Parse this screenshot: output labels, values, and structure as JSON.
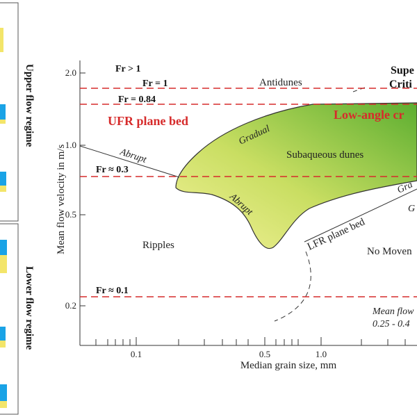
{
  "side_panel": {
    "upper_label": "Upper flow regime",
    "lower_label": "Lower flow regime"
  },
  "axes": {
    "xlabel": "Median grain size, mm",
    "ylabel": "Mean flow velocity in m/s",
    "x_ticks": [
      "0.1",
      "0.5",
      "1.0"
    ],
    "y_ticks": [
      "2.0",
      "1.0",
      "0.5",
      "0.2"
    ]
  },
  "froude_lines": {
    "fr_gt1": "Fr > 1",
    "fr_1": "Fr = 1",
    "fr_084": "Fr = 0.84",
    "fr_03": "Fr ≈ 0.3",
    "fr_01": "Fr ≈ 0.1"
  },
  "regions": {
    "antidunes": "Antidunes",
    "ufr_plane_bed": "UFR plane bed",
    "low_angle": "Low-angle cr",
    "supercritical_1": "Supe",
    "supercritical_2": "Criti",
    "subaqueous_dunes": "Subaqueous dunes",
    "ripples": "Ripples",
    "lfr_plane_bed": "LFR plane bed",
    "no_movement": "No Moven"
  },
  "boundaries": {
    "abrupt_upper": "Abrupt",
    "abrupt_lower": "Abrupt",
    "gradual": "Gradual",
    "gradual_right": "Gra",
    "g_right": "G"
  },
  "note": {
    "line1": "Mean flow",
    "line2": "0.25 - 0.4"
  },
  "colors": {
    "dashed_lines": "#d62b2b",
    "dune_gradient_light": "#f4f29a",
    "dune_gradient_dark": "#66b233",
    "panel_blue": "#1aa3e6",
    "panel_yellow": "#f3e56a"
  }
}
